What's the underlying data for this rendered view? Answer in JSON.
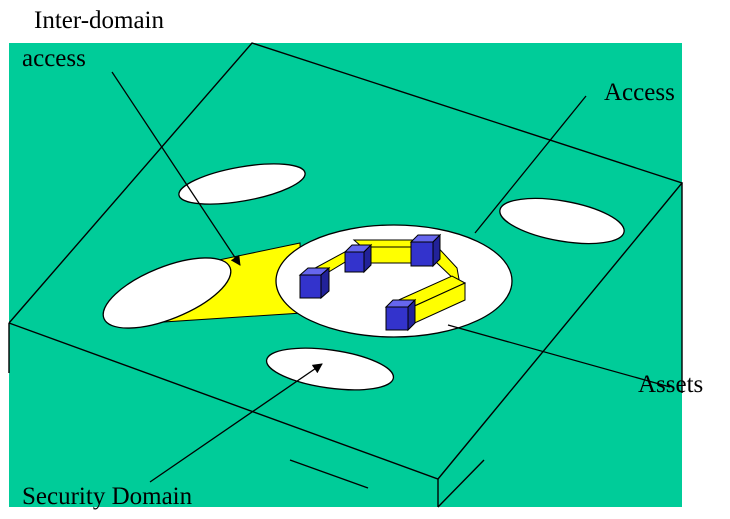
{
  "labels": {
    "inter_domain_line1": "Inter-domain",
    "inter_domain_line2": "access",
    "access": "Access",
    "assets": "Assets",
    "security_domain": "Security Domain"
  },
  "colors": {
    "domain_fill": "#00cc99",
    "hole_fill": "#ffffff",
    "access_beam": "#ffff00",
    "asset_cube": "#3333cc",
    "outline": "#000000"
  }
}
